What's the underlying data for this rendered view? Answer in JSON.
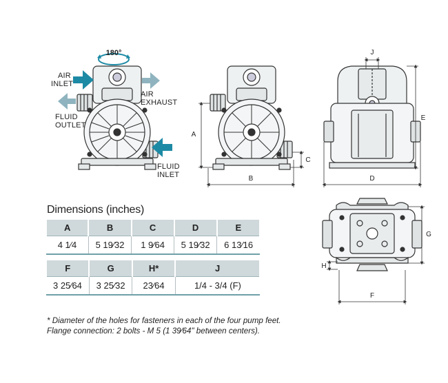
{
  "colors": {
    "arrow_blue": "#1d8aa5",
    "arrow_grey": "#8fb4bf",
    "table_header": "#cfd8da",
    "line_teal": "#6f9fa8"
  },
  "views": {
    "rotation_label": "180°",
    "air_inlet": [
      "AIR",
      "INLET"
    ],
    "air_exhaust": [
      "AIR",
      "EXHAUST"
    ],
    "fluid_outlet": [
      "FLUID",
      "OUTLET"
    ],
    "fluid_inlet": [
      "FLUID",
      "INLET"
    ],
    "dim_labels": {
      "A": "A",
      "B": "B",
      "C": "C",
      "D": "D",
      "E": "E",
      "F": "F",
      "G": "G",
      "H": "H",
      "J": "J"
    }
  },
  "dimensions": {
    "title": "Dimensions (inches)",
    "table1": {
      "headers": [
        "A",
        "B",
        "C",
        "D",
        "E"
      ],
      "values": [
        "4 1⁄4",
        "5 19⁄32",
        "1 9⁄64",
        "5 19⁄32",
        "6 13⁄16"
      ]
    },
    "table2": {
      "headers": [
        "F",
        "G",
        "H*",
        "J"
      ],
      "values": [
        "3 25⁄64",
        "3 25⁄32",
        "23⁄64",
        "1/4 - 3/4 (F)"
      ]
    }
  },
  "notes": [
    "* Diameter of the holes for fasteners in each of the four pump feet.",
    "Flange connection: 2 bolts - M 5 (1 39⁄64\" between centers)."
  ]
}
